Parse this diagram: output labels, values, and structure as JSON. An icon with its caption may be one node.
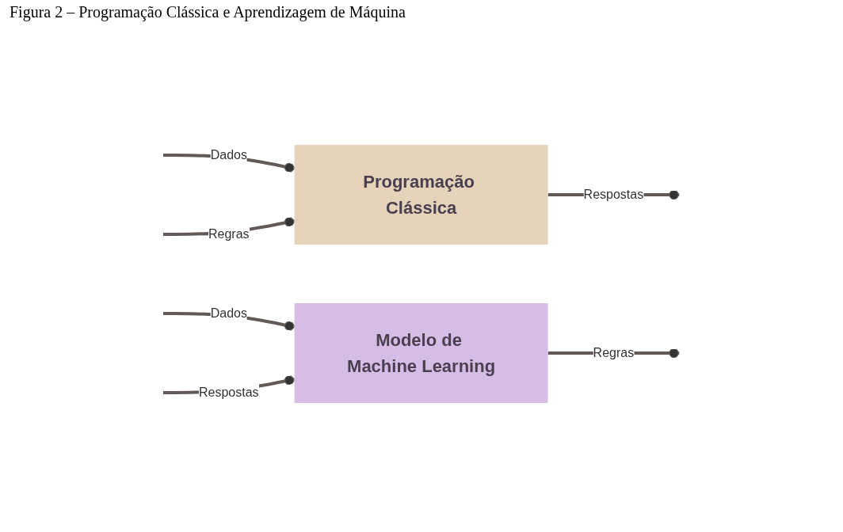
{
  "diagram": {
    "title": "Figura 2 – Programação Clássica e Aprendizagem de Máquina",
    "nodes": [
      {
        "text": [
          "Programação Clássica"
        ]
      },
      {
        "text": [
          "Modelo de Machine Learning"
        ]
      }
    ],
    "edges": [
      {
        "from": null,
        "to": 0,
        "label": "Dados",
        "arrow": "other"
      },
      {
        "from": null,
        "to": 0,
        "label": "Regras",
        "arrow": "other"
      },
      {
        "from": 0,
        "to": null,
        "label": "Respostas",
        "arrow": "other"
      },
      {
        "from": null,
        "to": 1,
        "label": "Dados",
        "arrow": "other"
      },
      {
        "from": null,
        "to": 1,
        "label": "Respostas",
        "arrow": "other"
      },
      {
        "from": 1,
        "to": null,
        "label": "Regras",
        "arrow": "other"
      }
    ]
  }
}
